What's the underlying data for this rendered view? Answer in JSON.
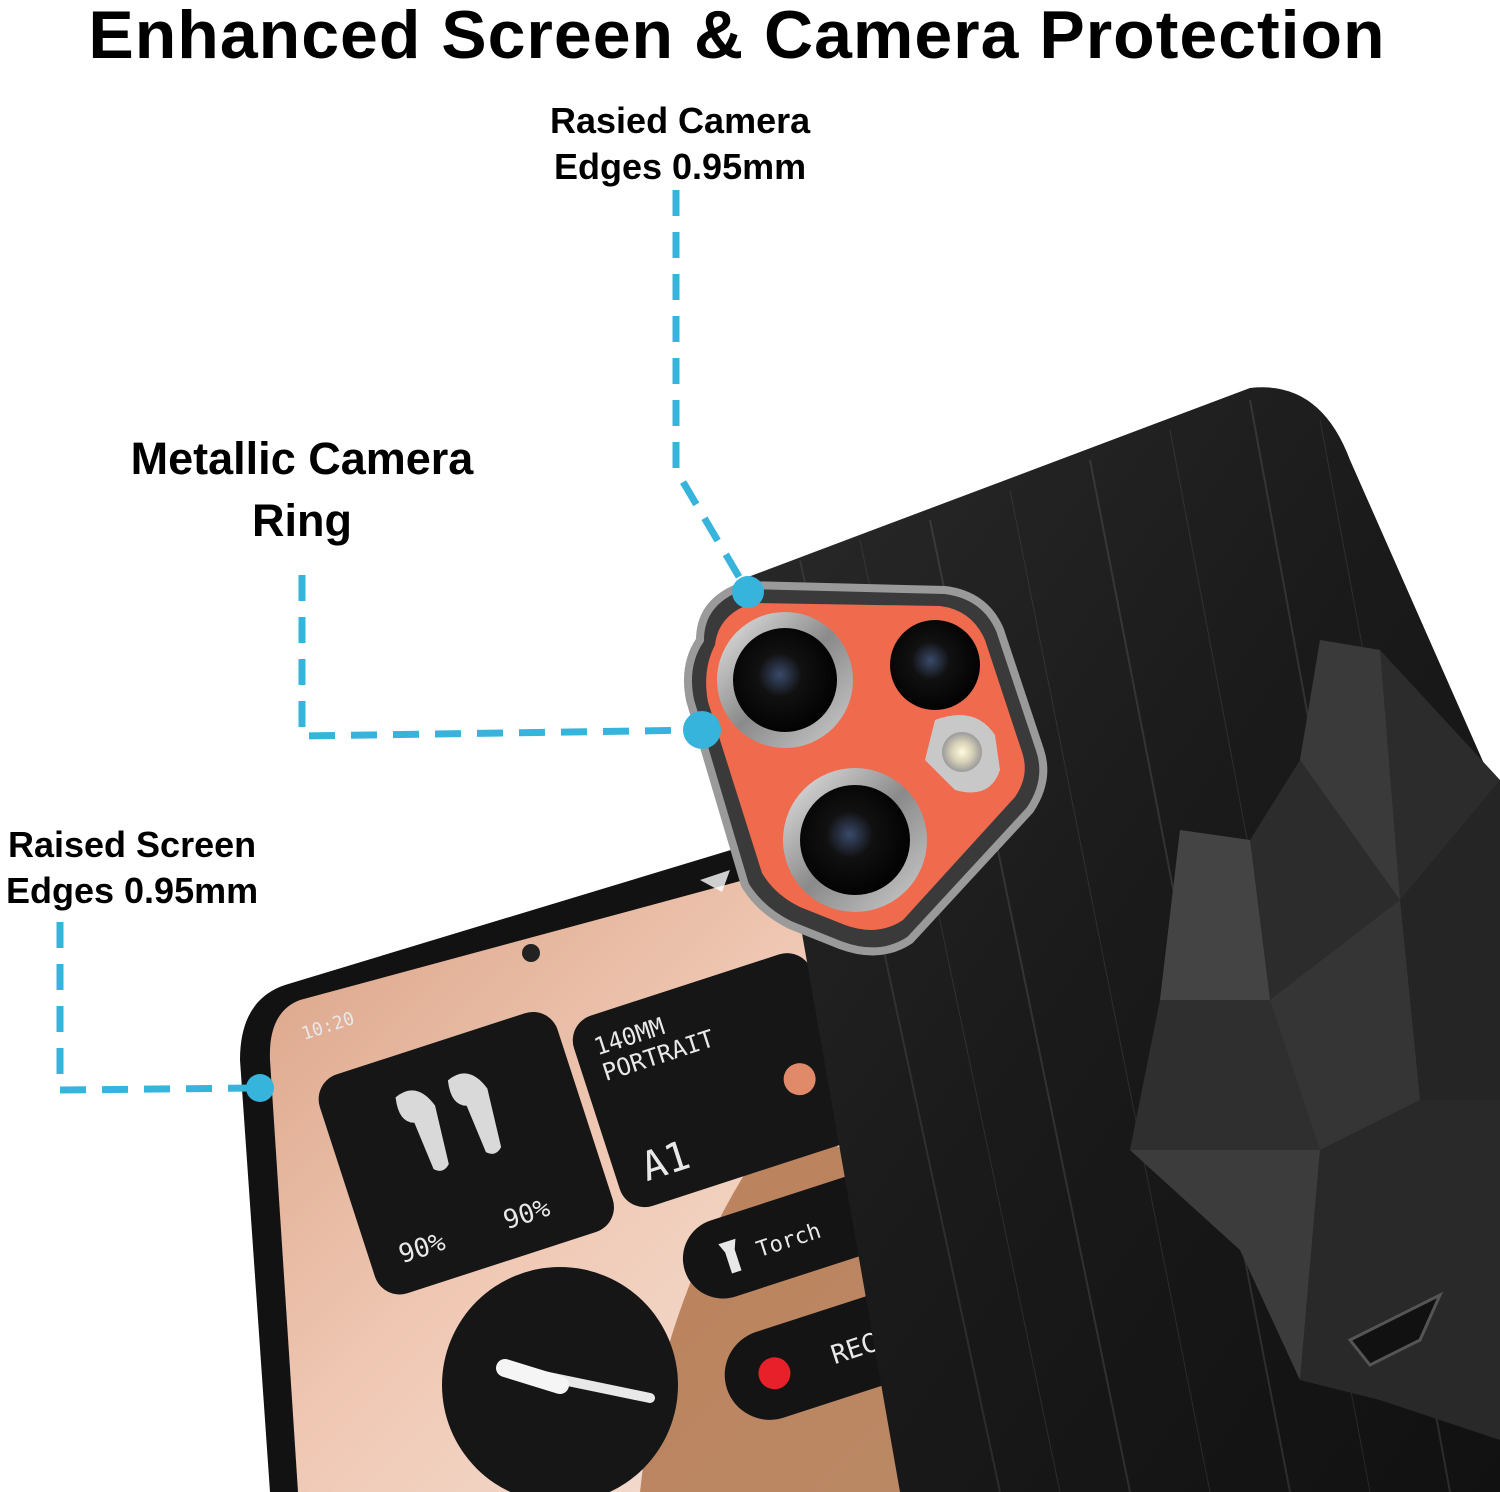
{
  "title": "Enhanced Screen & Camera Protection",
  "callouts": {
    "raised_camera": {
      "line1": "Rasied Camera",
      "line2": "Edges 0.95mm"
    },
    "metal_ring": {
      "line1": "Metallic Camera",
      "line2": "Ring"
    },
    "raised_screen": {
      "line1": "Raised Screen",
      "line2": "Edges 0.95mm"
    }
  },
  "phone_screen": {
    "time": "10:20",
    "camera_widget_line1": "140MM",
    "camera_widget_line2": "PORTRAIT",
    "camera_widget_mode": "A1",
    "earbud_left": "90%",
    "earbud_right": "90%",
    "torch_label": "Torch",
    "rec_label": "REC"
  },
  "colors": {
    "callout_line": "#36b4dc",
    "case_black": "#1c1c1c",
    "camera_orange": "#f06a4d",
    "screen_peach": "#e8b79f"
  }
}
